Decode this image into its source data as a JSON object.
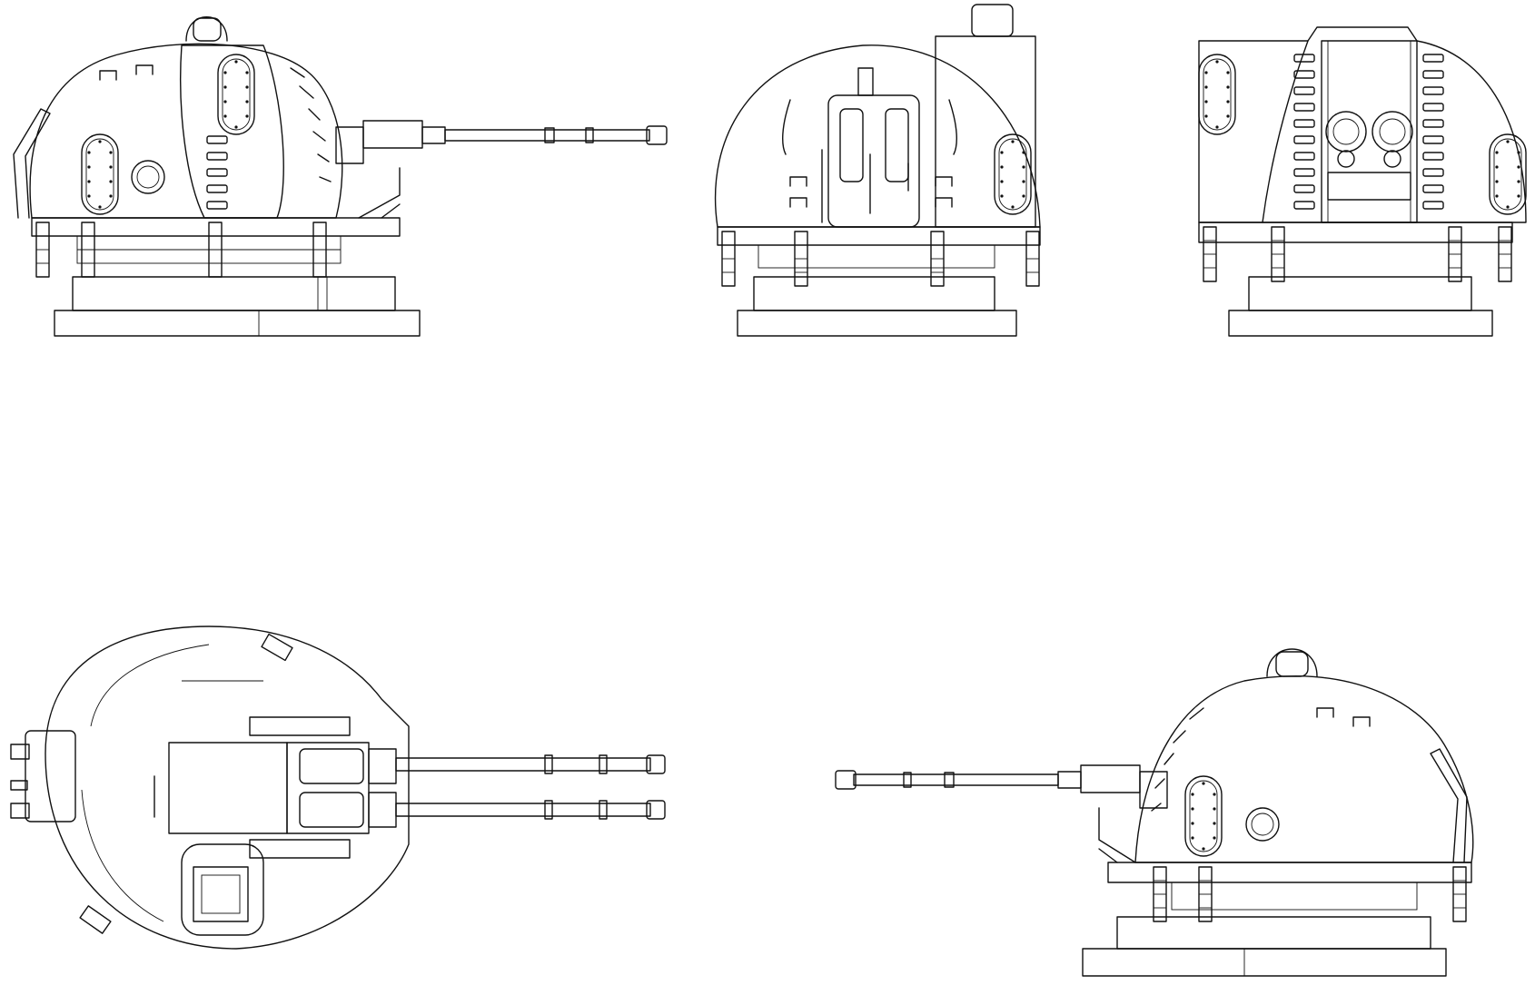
{
  "drawing": {
    "line_color": "#111111",
    "background": "#ffffff",
    "views": [
      {
        "id": "left-side",
        "label": ""
      },
      {
        "id": "front",
        "label": ""
      },
      {
        "id": "rear",
        "label": ""
      },
      {
        "id": "top",
        "label": ""
      },
      {
        "id": "right-side",
        "label": ""
      }
    ]
  }
}
